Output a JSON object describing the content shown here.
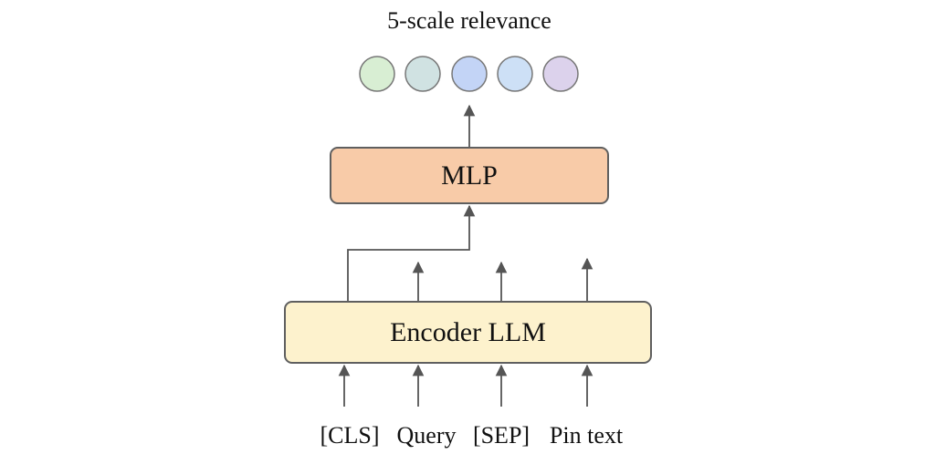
{
  "title": "5-scale relevance",
  "output_circles": [
    {
      "color": "#d8eed3"
    },
    {
      "color": "#d0e2e2"
    },
    {
      "color": "#c3d4f6"
    },
    {
      "color": "#cde0f6"
    },
    {
      "color": "#dcd2ec"
    }
  ],
  "mlp": {
    "label": "MLP",
    "color": "#f8cba8"
  },
  "encoder": {
    "label": "Encoder LLM",
    "color": "#fdf2cd"
  },
  "input_tokens": [
    {
      "label": "[CLS]"
    },
    {
      "label": "Query"
    },
    {
      "label": "[SEP]"
    },
    {
      "label": "Pin text"
    }
  ],
  "colors": {
    "stroke": "#5f5f5f",
    "arrow": "#555555"
  }
}
